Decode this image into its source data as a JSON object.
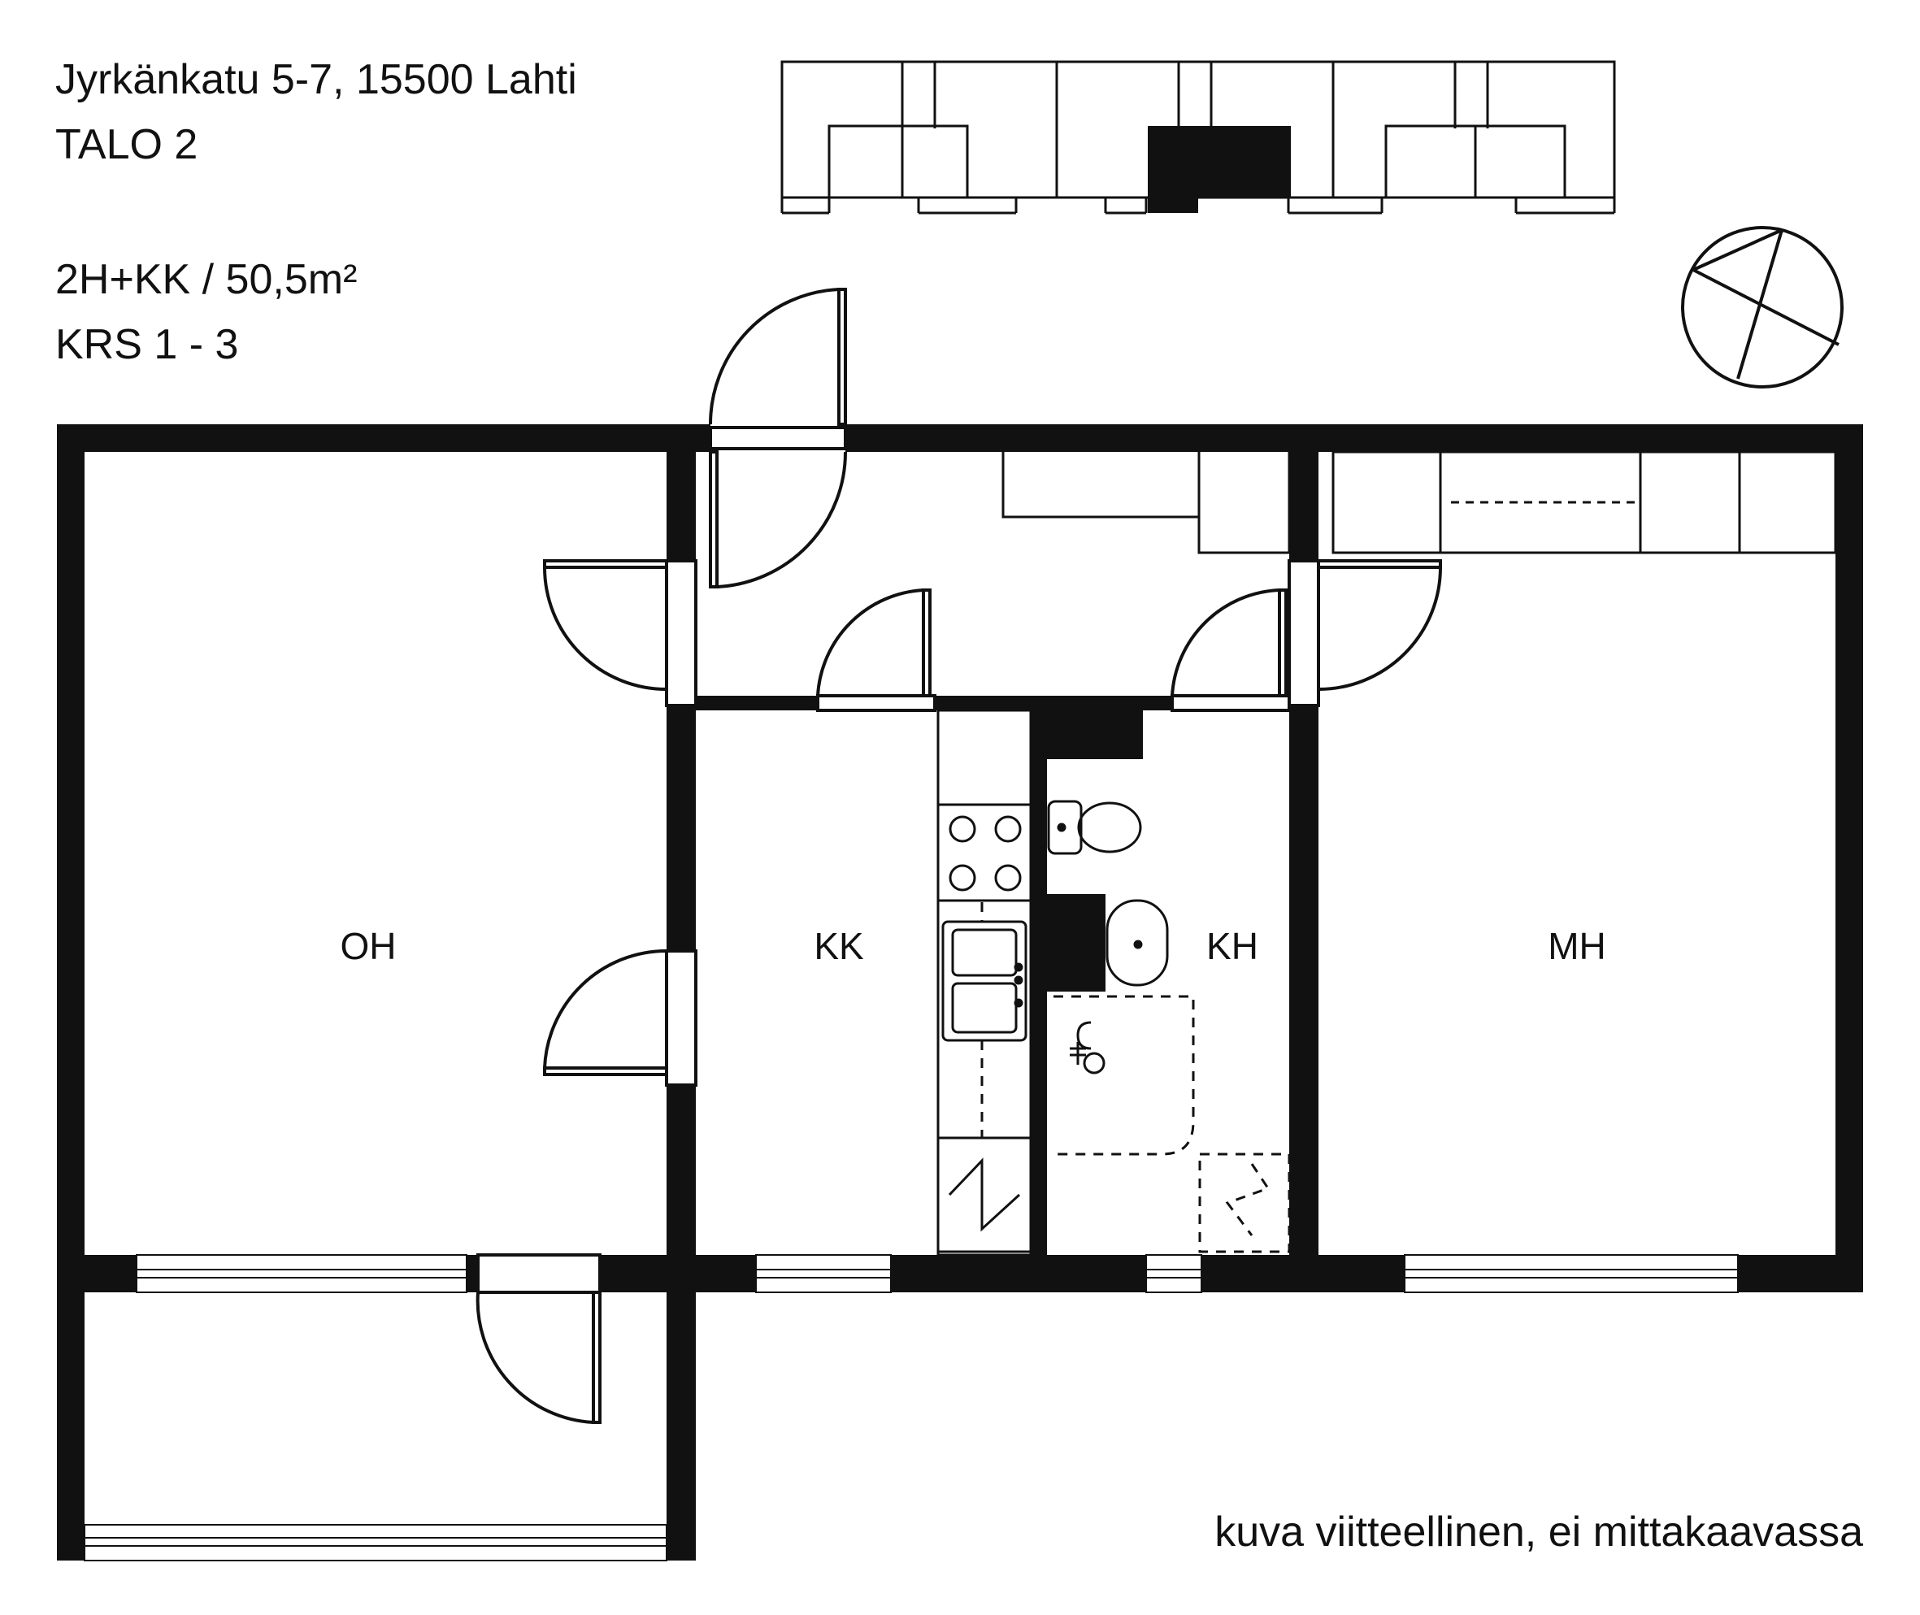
{
  "header": {
    "address": "Jyrkänkatu 5-7, 15500 Lahti",
    "building": "TALO 2",
    "apartment_type": "2H+KK / 50,5m²",
    "floors": "KRS 1 - 3"
  },
  "rooms": {
    "oh": "OH",
    "kk": "KK",
    "kh": "KH",
    "mh": "MH"
  },
  "footer": {
    "note": "kuva viitteellinen, ei mittakaavassa"
  }
}
